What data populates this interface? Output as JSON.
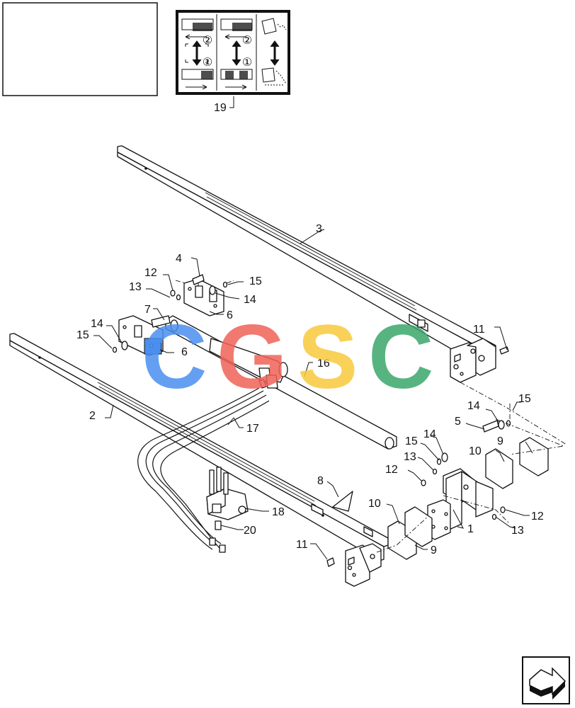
{
  "wm_letters": [
    "C",
    "G",
    "S",
    "C"
  ],
  "wm_colors": [
    "#4a8ff0",
    "#f06258",
    "#f8c93c",
    "#3aa86a"
  ],
  "decal_label": "19",
  "decal_numbers": [
    "②",
    "①",
    "②",
    "①"
  ],
  "callouts": {
    "c1": "1",
    "c2": "2",
    "c3": "3",
    "c4": "4",
    "c5": "5",
    "c6a": "6",
    "c6b": "6",
    "c7": "7",
    "c8": "8",
    "c9a": "9",
    "c9b": "9",
    "c10a": "10",
    "c10b": "10",
    "c11a": "11",
    "c11b": "11",
    "c12a": "12",
    "c12b": "12",
    "c12c": "12",
    "c13a": "13",
    "c13b": "13",
    "c13c": "13",
    "c14a": "14",
    "c14b": "14",
    "c14c": "14",
    "c14d": "14",
    "c15a": "15",
    "c15b": "15",
    "c15c": "15",
    "c15d": "15",
    "c16": "16",
    "c17": "17",
    "c18": "18",
    "c20": "20"
  },
  "icons": {
    "nav": "next-page-arrow-icon",
    "decal": "lever-instruction-decal-icon"
  }
}
